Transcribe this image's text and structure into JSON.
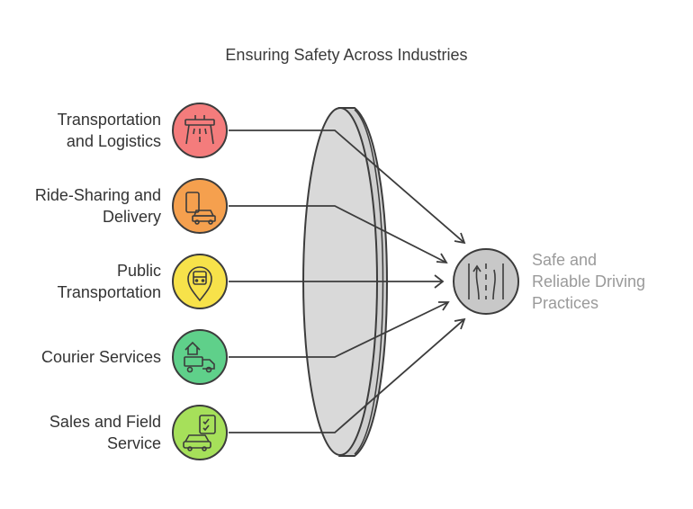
{
  "title": "Ensuring Safety Across Industries",
  "inputs": [
    {
      "line1": "Transportation",
      "line2": "and Logistics",
      "icon": "highway-icon",
      "color": "#f47c7c"
    },
    {
      "line1": "Ride-Sharing and",
      "line2": "Delivery",
      "icon": "phone-car-icon",
      "color": "#f5a04e"
    },
    {
      "line1": "Public",
      "line2": "Transportation",
      "icon": "bus-location-icon",
      "color": "#f7e24a"
    },
    {
      "line1": "Courier Services",
      "line2": "",
      "icon": "house-truck-icon",
      "color": "#5fd08a"
    },
    {
      "line1": "Sales and Field",
      "line2": "Service",
      "icon": "checklist-car-icon",
      "color": "#a6e05a"
    }
  ],
  "output": {
    "line1": "Safe and",
    "line2": "Reliable Driving",
    "line3": "Practices",
    "icon": "road-lanes-icon"
  },
  "colors": {
    "lens": "#d9d9d9",
    "stroke": "#3c3c3c",
    "output_text": "#9a9a9a"
  }
}
